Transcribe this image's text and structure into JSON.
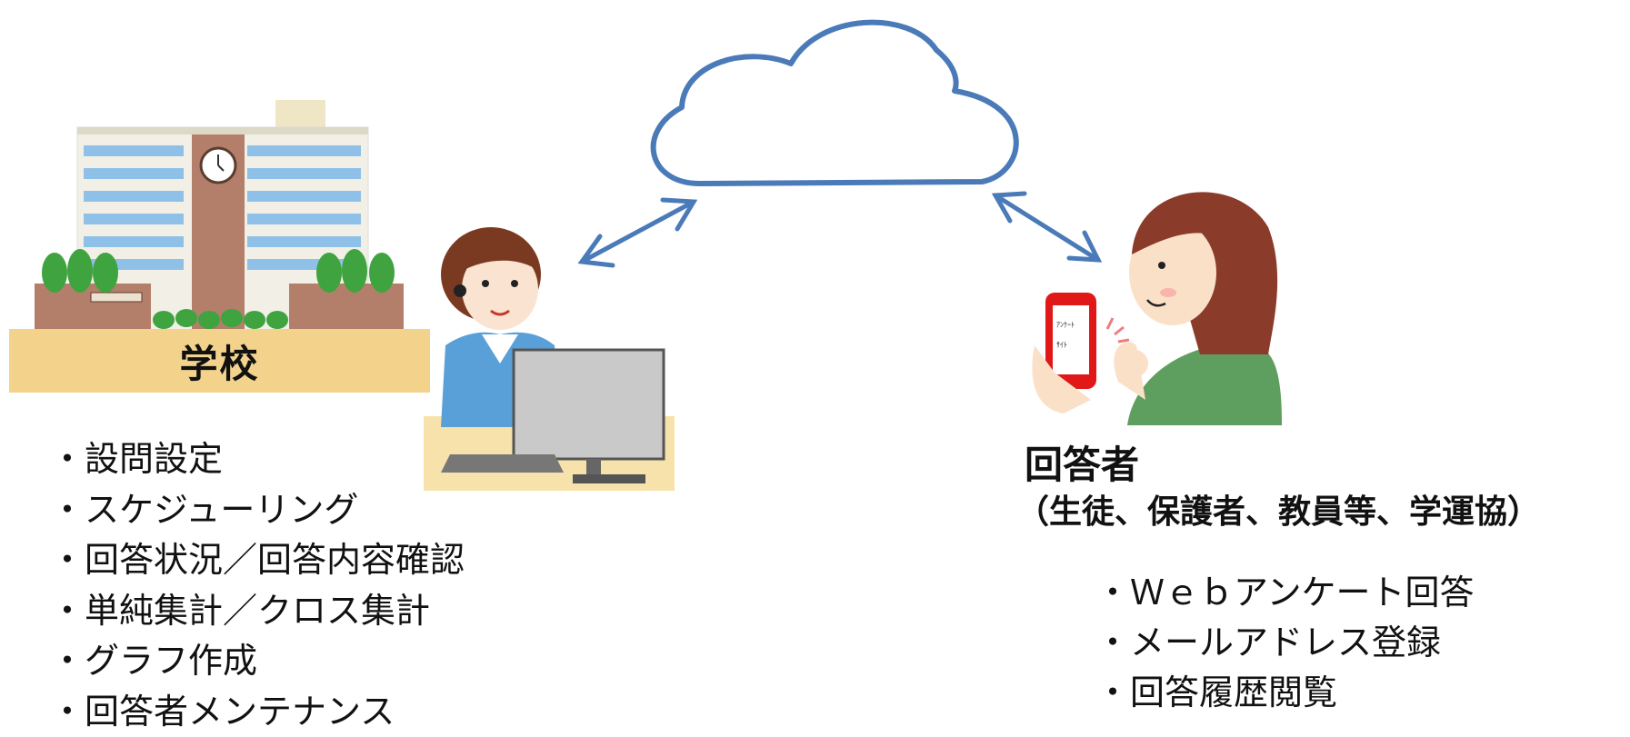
{
  "school": {
    "label": "学校",
    "functions": [
      "設問設定",
      "スケジューリング",
      "回答状況／回答内容確認",
      "単純集計／クロス集計",
      "グラフ作成",
      "回答者メンテナンス"
    ]
  },
  "respondent": {
    "title": "回答者",
    "subtitle": "（生徒、保護者、教員等、学運協）",
    "phone_screen": [
      "ｱﾝｹｰﾄ",
      "ｻｲﾄ"
    ],
    "functions": [
      "Ｗｅｂアンケート回答",
      "メールアドレス登録",
      "回答履歴閲覧"
    ]
  },
  "colors": {
    "cloud_stroke": "#4a7ab8",
    "arrow": "#4a7ab8",
    "ground": "#f3d38b",
    "building_brick": "#b47f6a",
    "phone_red": "#e01818",
    "shirt_green": "#5e9e5e"
  }
}
